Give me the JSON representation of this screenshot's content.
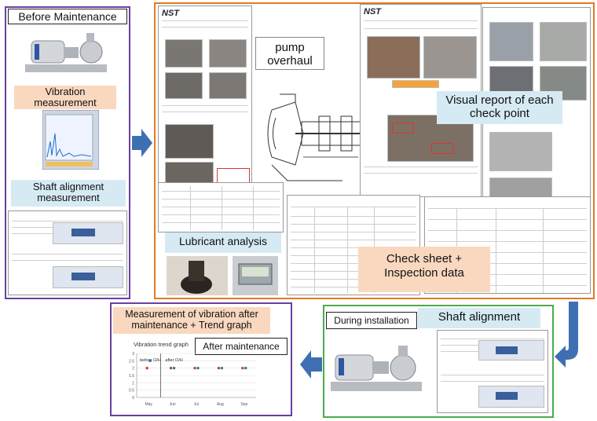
{
  "before": {
    "title": "Before Maintenance",
    "vibration": "Vibration measurement",
    "shaft_alignment": "Shaft alignment measurement"
  },
  "center": {
    "pump_overhaul": "pump overhaul",
    "visual_report": "Visual report of each check point",
    "lubricant": "Lubricant analysis",
    "check_sheet": "Check sheet + Inspection data",
    "logo": "NST"
  },
  "bottom_left": {
    "title": "Measurement of vibration after maintenance + Trend graph",
    "after": "After maintenance",
    "graph_title": "Vibration trend graph",
    "before_oh": "before O/H",
    "after_oh": "after O/H",
    "months": [
      "May",
      "Jun",
      "Jul",
      "Aug",
      "Sep"
    ],
    "y_ticks": [
      "3",
      "2.5",
      "2",
      "1.5",
      "1",
      "0.5",
      "0"
    ]
  },
  "bottom_right": {
    "during": "During installation",
    "shaft_alignment": "Shaft alignment"
  },
  "chart_data": {
    "type": "scatter",
    "title": "Vibration trend graph",
    "x": [
      "May",
      "Jun",
      "Jul",
      "Aug",
      "Sep"
    ],
    "ylim": [
      0,
      3
    ],
    "series": [
      {
        "color": "#c0392b",
        "values": [
          2.0,
          2.0,
          2.0,
          2.0,
          2.0
        ]
      },
      {
        "color": "#2e6fb0",
        "values": [
          2.5,
          2.0,
          2.0,
          2.0,
          2.0
        ]
      }
    ]
  },
  "colors": {
    "purple": "#6a3fa0",
    "orange": "#e07b22",
    "green": "#4cab4a",
    "arrow_blue": "#3f6fb3",
    "peach": "#f9d8bf",
    "light_blue": "#d6eaf3"
  }
}
